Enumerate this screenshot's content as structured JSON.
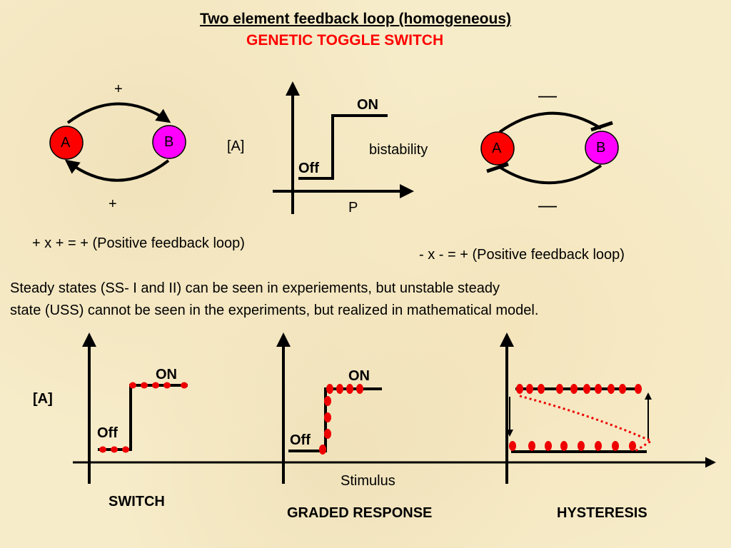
{
  "title": "Two element  feedback loop (homogeneous)",
  "subtitle": "GENETIC TOGGLE SWITCH",
  "left_loop": {
    "node_a": "A",
    "node_b": "B",
    "top_sign": "+",
    "bottom_sign": "+",
    "equation": "+  x  +  =  + (Positive feedback loop)",
    "node_a_color": "#ff0000",
    "node_b_color": "#ff00ff"
  },
  "bistability_graph": {
    "y_label": "[A]",
    "x_label": "P",
    "on_label": "ON",
    "off_label": "Off",
    "note": "bistability"
  },
  "right_loop": {
    "node_a": "A",
    "node_b": "B",
    "top_sign": "—",
    "bottom_sign": "—",
    "equation": "-  x  -  =  + (Positive feedback loop)",
    "node_a_color": "#ff0000",
    "node_b_color": "#ff00ff"
  },
  "description": {
    "line1": "Steady states (SS- I and II) can be seen in experiements, but unstable steady",
    "line2": "state (USS) cannot be seen in the experiments, but realized in mathematical model."
  },
  "bottom_panels": {
    "y_label": "[A]",
    "x_label": "Stimulus",
    "switch": {
      "on_label": "ON",
      "off_label": "Off",
      "caption": "SWITCH"
    },
    "graded": {
      "on_label": "ON",
      "off_label": "Off",
      "caption": "GRADED RESPONSE"
    },
    "hysteresis": {
      "caption": "HYSTERESIS"
    },
    "point_color": "#ee0000"
  }
}
